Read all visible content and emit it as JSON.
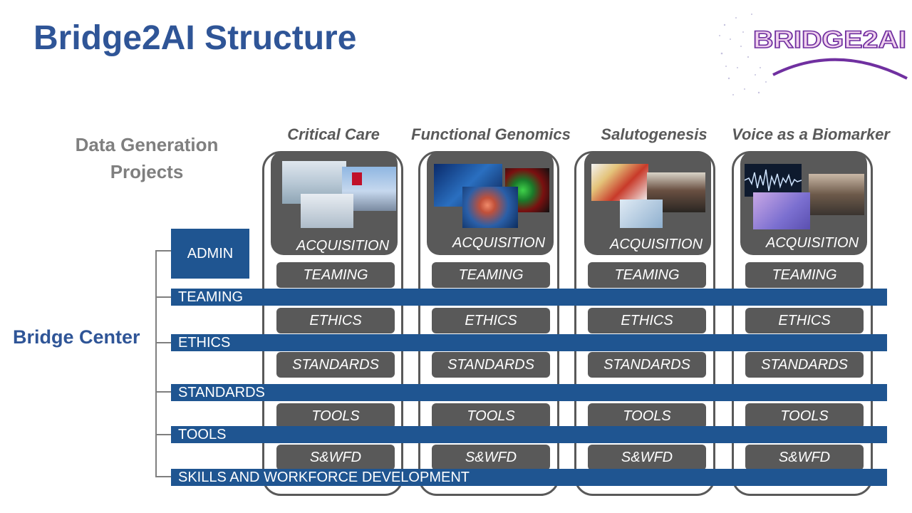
{
  "slide": {
    "title": "Bridge2AI Structure",
    "logo_text": "BRIDGE2AI",
    "data_generation_label_line1": "Data Generation",
    "data_generation_label_line2": "Projects",
    "bridge_center_label": "Bridge Center",
    "admin_label": "ADMIN"
  },
  "projects": [
    {
      "name": "Critical Care",
      "acquisition": "ACQUISITION",
      "teaming": "TEAMING",
      "ethics": "ETHICS",
      "standards": "STANDARDS",
      "tools": "TOOLS",
      "swfd": "S&WFD"
    },
    {
      "name": "Functional Genomics",
      "acquisition": "ACQUISITION",
      "teaming": "TEAMING",
      "ethics": "ETHICS",
      "standards": "STANDARDS",
      "tools": "TOOLS",
      "swfd": "S&WFD"
    },
    {
      "name": "Salutogenesis",
      "acquisition": "ACQUISITION",
      "teaming": "TEAMING",
      "ethics": "ETHICS",
      "standards": "STANDARDS",
      "tools": "TOOLS",
      "swfd": "S&WFD"
    },
    {
      "name": "Voice as a Biomarker",
      "acquisition": "ACQUISITION",
      "teaming": "TEAMING",
      "ethics": "ETHICS",
      "standards": "STANDARDS",
      "tools": "TOOLS",
      "swfd": "S&WFD"
    }
  ],
  "bands": {
    "teaming": "TEAMING",
    "ethics": "ETHICS",
    "standards": "STANDARDS",
    "tools": "TOOLS",
    "skills": "SKILLS AND WORKFORCE DEVELOPMENT"
  },
  "colors": {
    "title_blue": "#2f5597",
    "band_blue": "#1f5591",
    "pill_gray": "#595959",
    "label_gray": "#7f7f7f",
    "logo_purple": "#7030a0"
  }
}
